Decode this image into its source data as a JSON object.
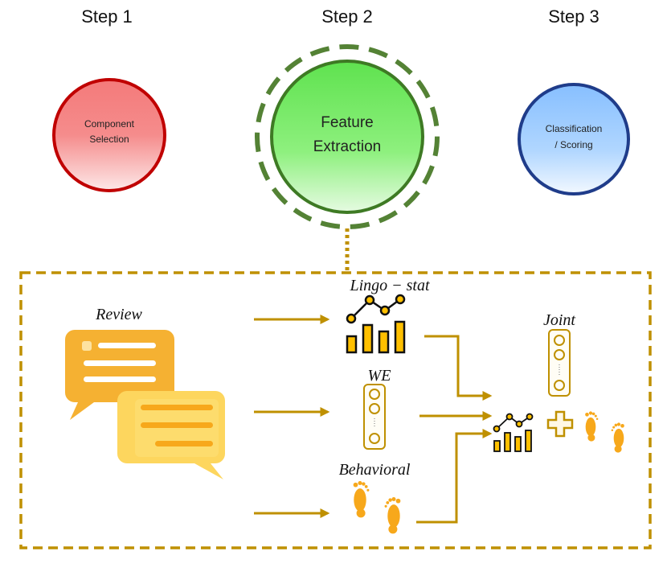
{
  "steps": [
    {
      "title": "Step 1",
      "label_lines": [
        "Component",
        "Selection"
      ]
    },
    {
      "title": "Step 2",
      "label_lines": [
        "Feature",
        "Extraction"
      ]
    },
    {
      "title": "Step 3",
      "label_lines": [
        "Classification",
        "/ Scoring"
      ]
    }
  ],
  "detail": {
    "review_label": "Review",
    "lingo_label": "Lingo − stat",
    "we_label": "WE",
    "behavioral_label": "Behavioral",
    "joint_label": "Joint"
  },
  "icons": {
    "review": "chat-bubbles-icon",
    "lingo": "bar-line-chart-icon",
    "we": "embedding-vector-icon",
    "behavioral": "footprints-icon",
    "joint_vector": "embedding-vector-icon",
    "joint_chart": "bar-line-chart-icon",
    "joint_plus": "plus-icon",
    "joint_feet": "footprints-icon"
  },
  "colors": {
    "step1_fill": "#f58080",
    "step1_border": "#c00000",
    "step2_fill": "#66e655",
    "step2_border": "#3e7a24",
    "step3_fill": "#8ec4ff",
    "step3_border": "#1f3c8a",
    "detail_border": "#bf9000",
    "arrow": "#bf9000",
    "bar": "#ffc000",
    "foot": "#f7a81b"
  }
}
